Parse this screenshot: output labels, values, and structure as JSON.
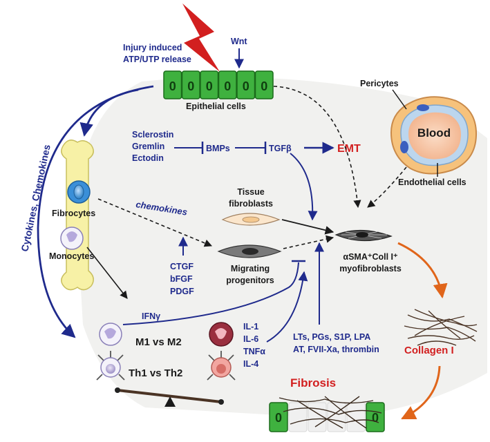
{
  "labels": {
    "injury_line1": "Injury induced",
    "injury_line2": "ATP/UTP release",
    "wnt": "Wnt",
    "epithelial_cells": "Epithelial cells",
    "pericytes": "Pericytes",
    "blood": "Blood",
    "endothelial_cells": "Endothelial cells",
    "sclerostin": "Sclerostin",
    "gremlin": "Gremlin",
    "ectodin": "Ectodin",
    "bmps": "BMPs",
    "tgfb": "TGFβ",
    "emt": "EMT",
    "cytokines_chemokines": "Cytokines, Chemokines",
    "fibrocytes": "Fibrocytes",
    "monocytes": "Monocytes",
    "chemokines": "chemokines",
    "tissue_line1": "Tissue",
    "tissue_line2": "fibroblasts",
    "migrating_line1": "Migrating",
    "migrating_line2": "progenitors",
    "ctgf": "CTGF",
    "bfgf": "bFGF",
    "pdgf": "PDGF",
    "myo_line1": "αSMA⁺Coll I⁺",
    "myo_line2": "myofibroblasts",
    "ifng": "IFNγ",
    "m1m2": "M1 vs M2",
    "th1th2": "Th1 vs Th2",
    "il1": "IL-1",
    "il6": "IL-6",
    "tnfa": "TNFα",
    "il4": "IL-4",
    "mediators_line1": "LTs, PGs, S1P, LPA",
    "mediators_line2": "AT, FVII-Xa, thrombin",
    "collagen": "Collagen I",
    "fibrosis": "Fibrosis",
    "nucleus_glyph": "0"
  },
  "colors": {
    "navy": "#1f2a8c",
    "red": "#d21f1f",
    "orange": "#e0651a",
    "cell_green": "#2e9b2e",
    "bone": "#f7f1a6",
    "background_panel": "#f1f1ef"
  }
}
